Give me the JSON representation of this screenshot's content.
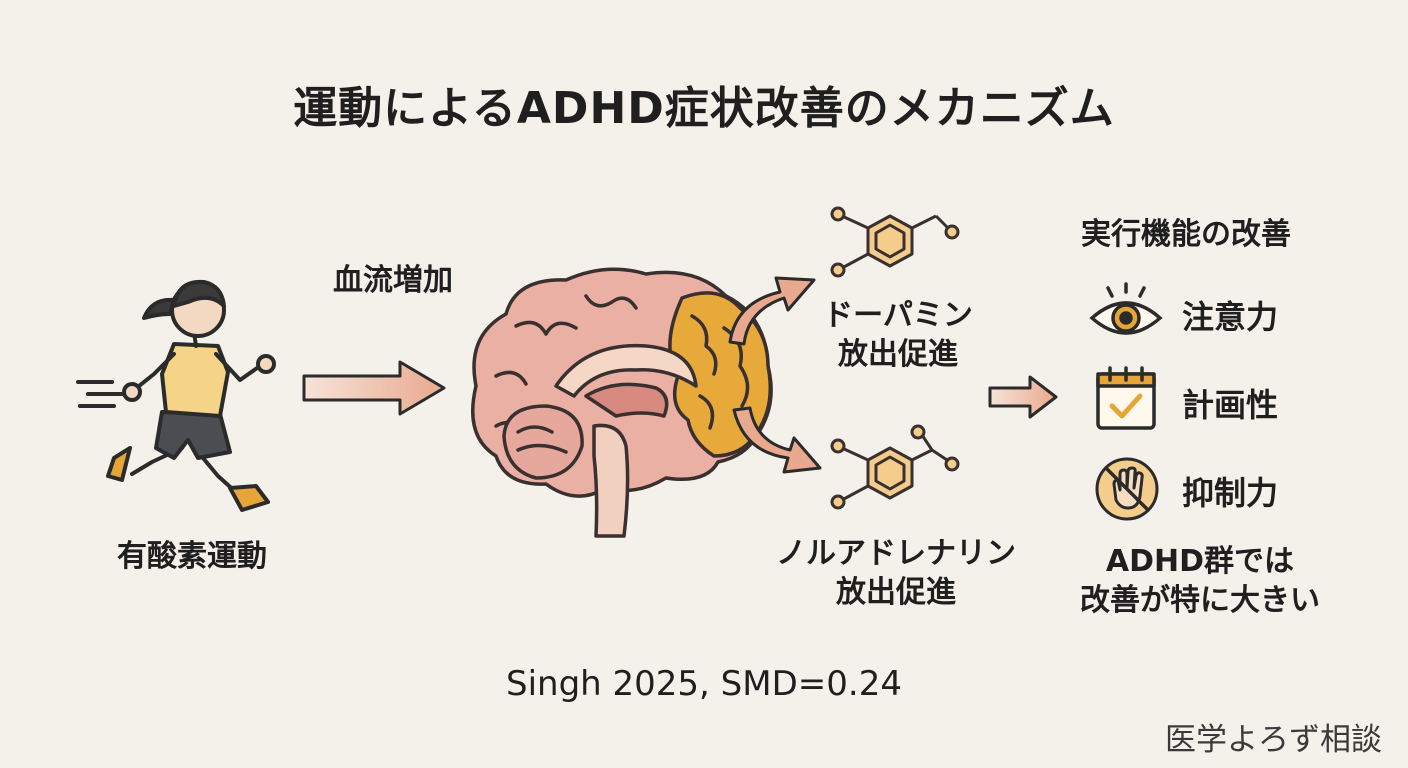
{
  "title": "運動によるADHD症状改善のメカニズム",
  "exercise": {
    "label": "有酸素運動",
    "icon": "running-girl"
  },
  "blood_flow": {
    "label": "血流増加"
  },
  "brain": {
    "icon": "brain-sagittal-section"
  },
  "dopamine": {
    "line1": "ドーパミン",
    "line2": "放出促進",
    "icon": "molecule"
  },
  "noradrenaline": {
    "line1": "ノルアドレナリン",
    "line2": "放出促進",
    "icon": "molecule"
  },
  "executive": {
    "heading": "実行機能の改善",
    "items": [
      {
        "label": "注意力",
        "icon": "eye-icon"
      },
      {
        "label": "計画性",
        "icon": "calendar-check-icon"
      },
      {
        "label": "抑制力",
        "icon": "stop-hand-icon"
      }
    ],
    "note_line1": "ADHD群では",
    "note_line2": "改善が特に大きい"
  },
  "citation": "Singh 2025, SMD=0.24",
  "watermark": "医学よろず相談",
  "colors": {
    "background": "#f4f1ea",
    "arrow": "#e9a98e",
    "brain_pink": "#eab0a4",
    "brain_highlight": "#e7a93a",
    "molecule_fill": "#f4cc8c",
    "shirt": "#f6d487"
  }
}
